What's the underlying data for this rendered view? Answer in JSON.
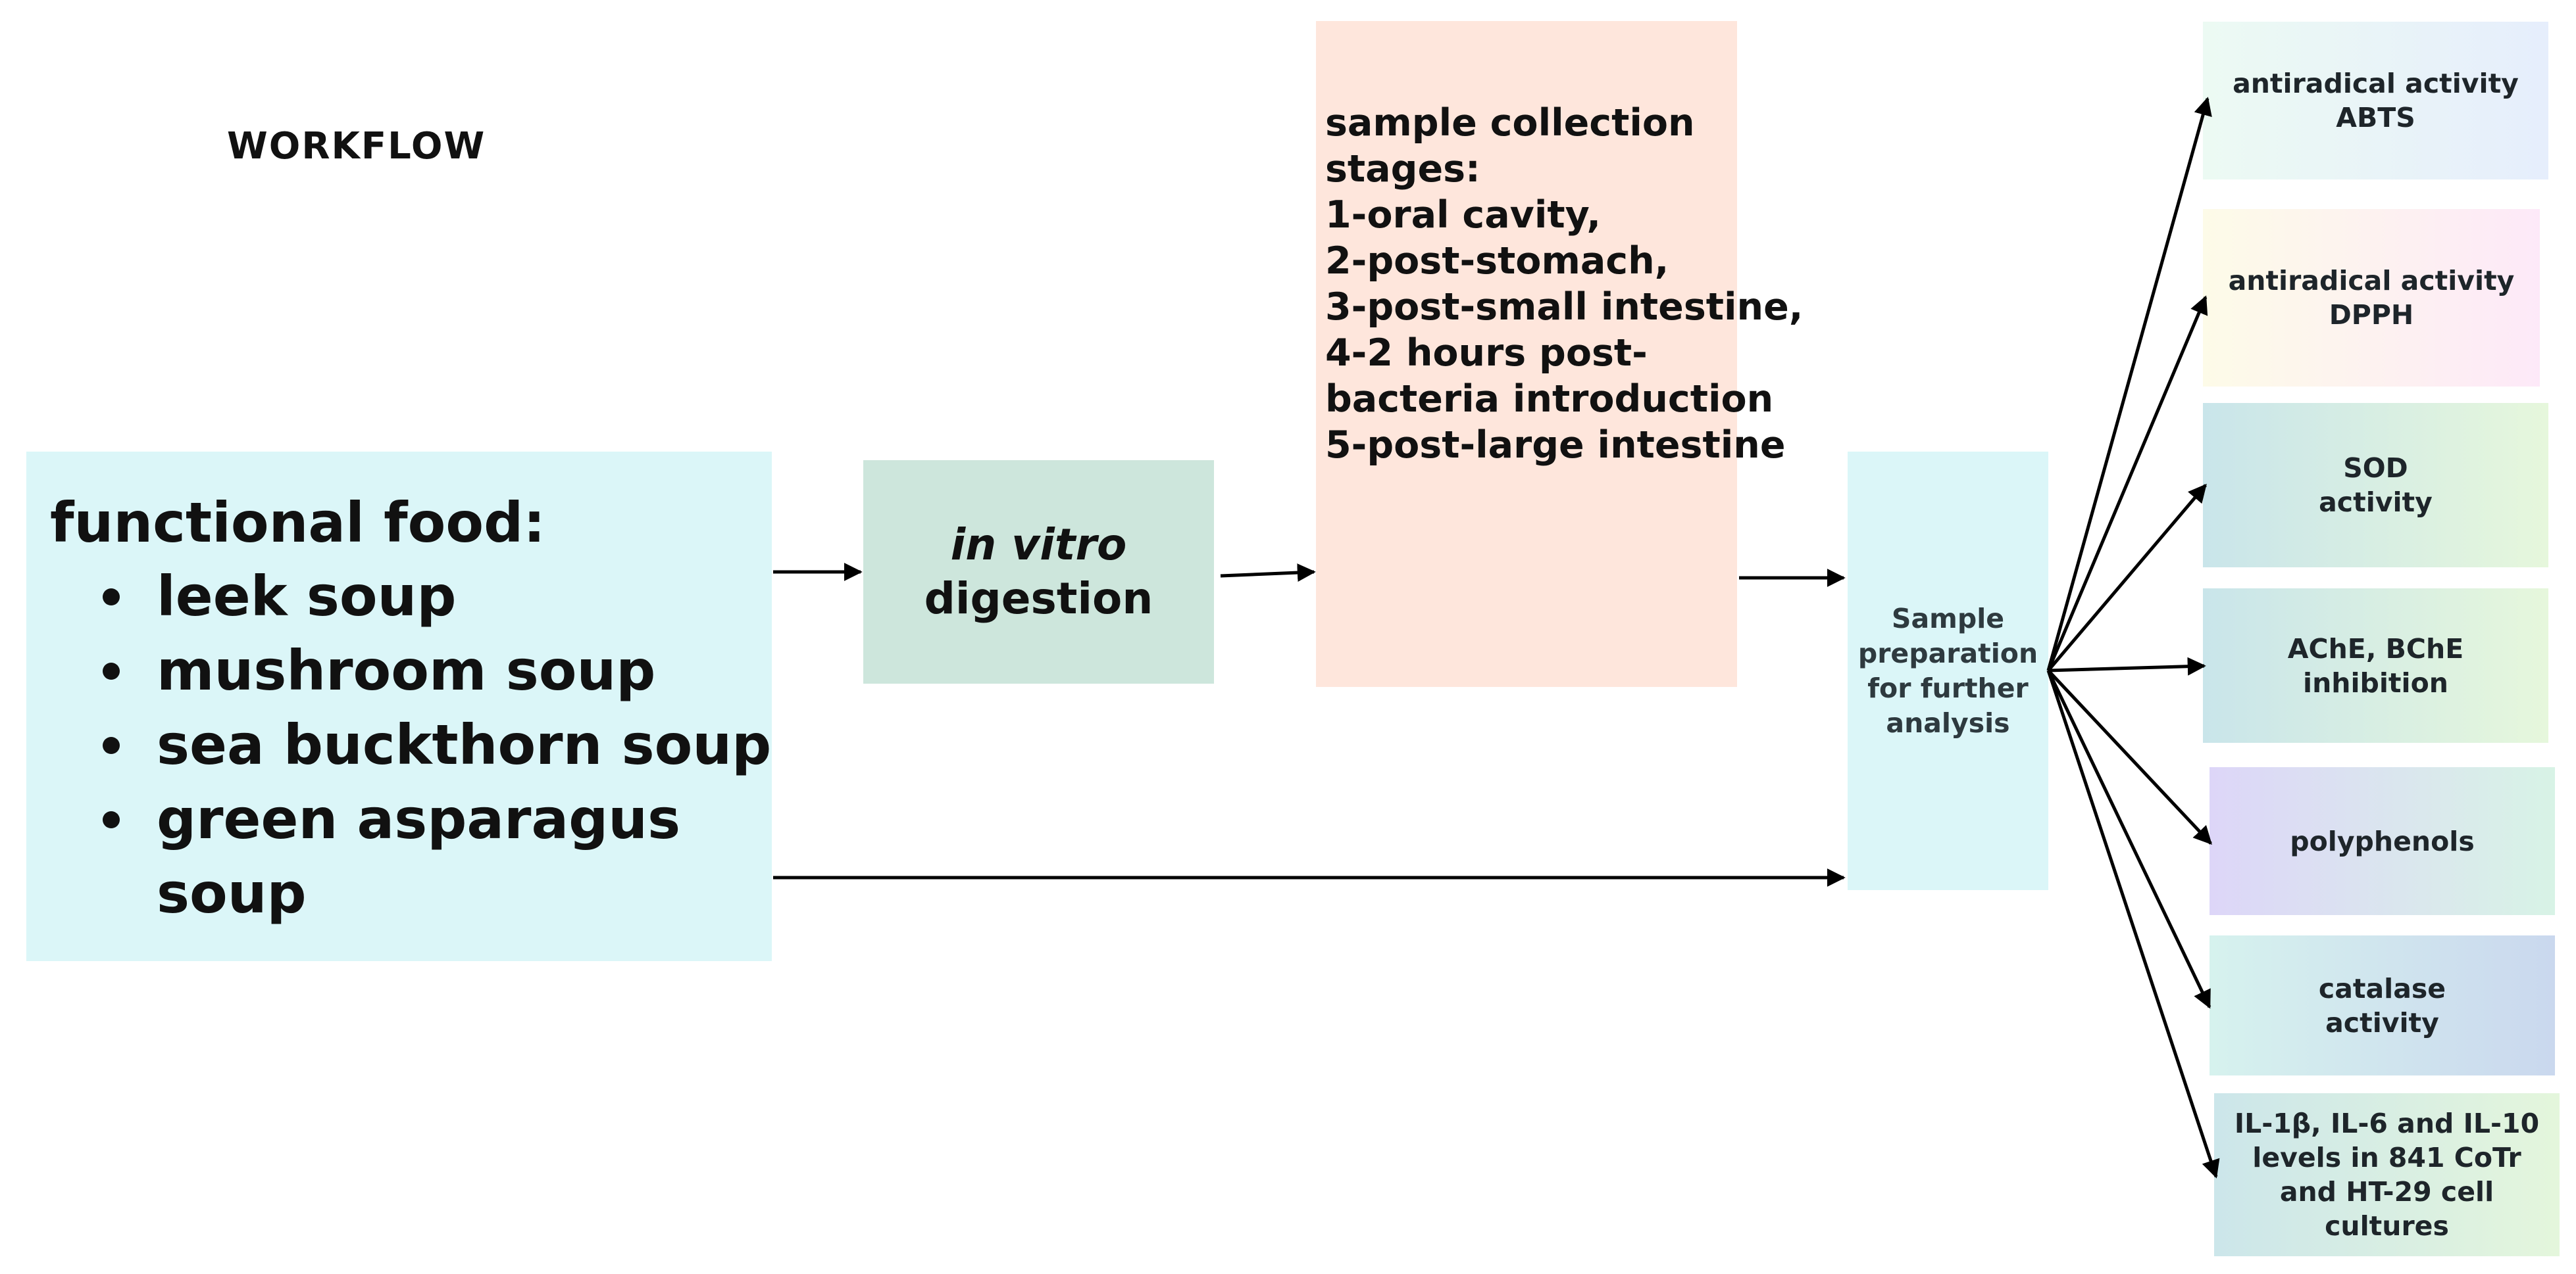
{
  "title": "WORKFLOW",
  "functional_food": {
    "heading": "functional food:",
    "items": [
      "leek soup",
      "mushroom soup",
      "sea buckthorn soup",
      "green asparagus soup"
    ]
  },
  "digestion": {
    "italic": "in vitro",
    "text": "digestion"
  },
  "collection": {
    "lines": [
      "sample collection",
      "stages:",
      "1-oral cavity,",
      "2-post-stomach,",
      "3-post-small intestine,",
      "4-2 hours post-",
      "bacteria introduction",
      "5-post-large intestine"
    ]
  },
  "preparation": {
    "lines": [
      "Sample",
      "preparation",
      "for further",
      "analysis"
    ]
  },
  "analyses": [
    {
      "lines": [
        "antiradical activity",
        "ABTS"
      ]
    },
    {
      "lines": [
        "antiradical activity",
        "DPPH"
      ]
    },
    {
      "lines": [
        "SOD",
        "activity"
      ]
    },
    {
      "lines": [
        "AChE, BChE",
        "inhibition"
      ]
    },
    {
      "lines": [
        "polyphenols"
      ]
    },
    {
      "lines": [
        "catalase",
        "activity"
      ]
    },
    {
      "lines": [
        "IL-1β, IL-6 and IL-10",
        "levels in 841 CoTr",
        "and HT-29 cell",
        "cultures"
      ]
    }
  ]
}
